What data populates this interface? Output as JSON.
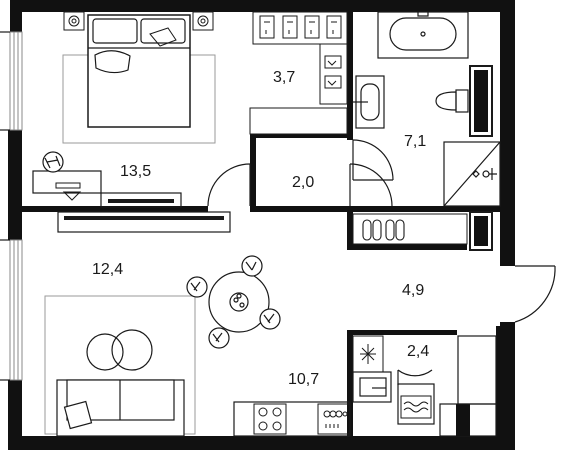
{
  "colors": {
    "wall": "#111111",
    "line": "#1a1a1a",
    "thin": "#9a9a9a",
    "background": "#ffffff"
  },
  "rooms": {
    "bedroom": {
      "area": "13,5"
    },
    "wardrobe": {
      "area": "3,7"
    },
    "bathroom": {
      "area": "7,1"
    },
    "corridor": {
      "area": "2,0"
    },
    "living_room": {
      "area": "12,4"
    },
    "hall": {
      "area": "4,9"
    },
    "kitchen": {
      "area": "10,7"
    },
    "storage": {
      "area": "2,4"
    }
  },
  "icons": [
    "bed-icon",
    "pillow-icon",
    "nightstand-icon",
    "hanger-icon",
    "bathtub-icon",
    "sink-icon",
    "toilet-icon",
    "shower-icon",
    "shoes-icon",
    "desk-chair-icon",
    "desk-icon",
    "tv-unit-icon",
    "dining-table-icon",
    "chair-icon",
    "sofa-icon",
    "rug-icon",
    "coffee-table-icon",
    "stove-icon",
    "oven-icon",
    "fridge-icon",
    "washing-machine-icon",
    "door-swing-icon",
    "window-icon"
  ]
}
